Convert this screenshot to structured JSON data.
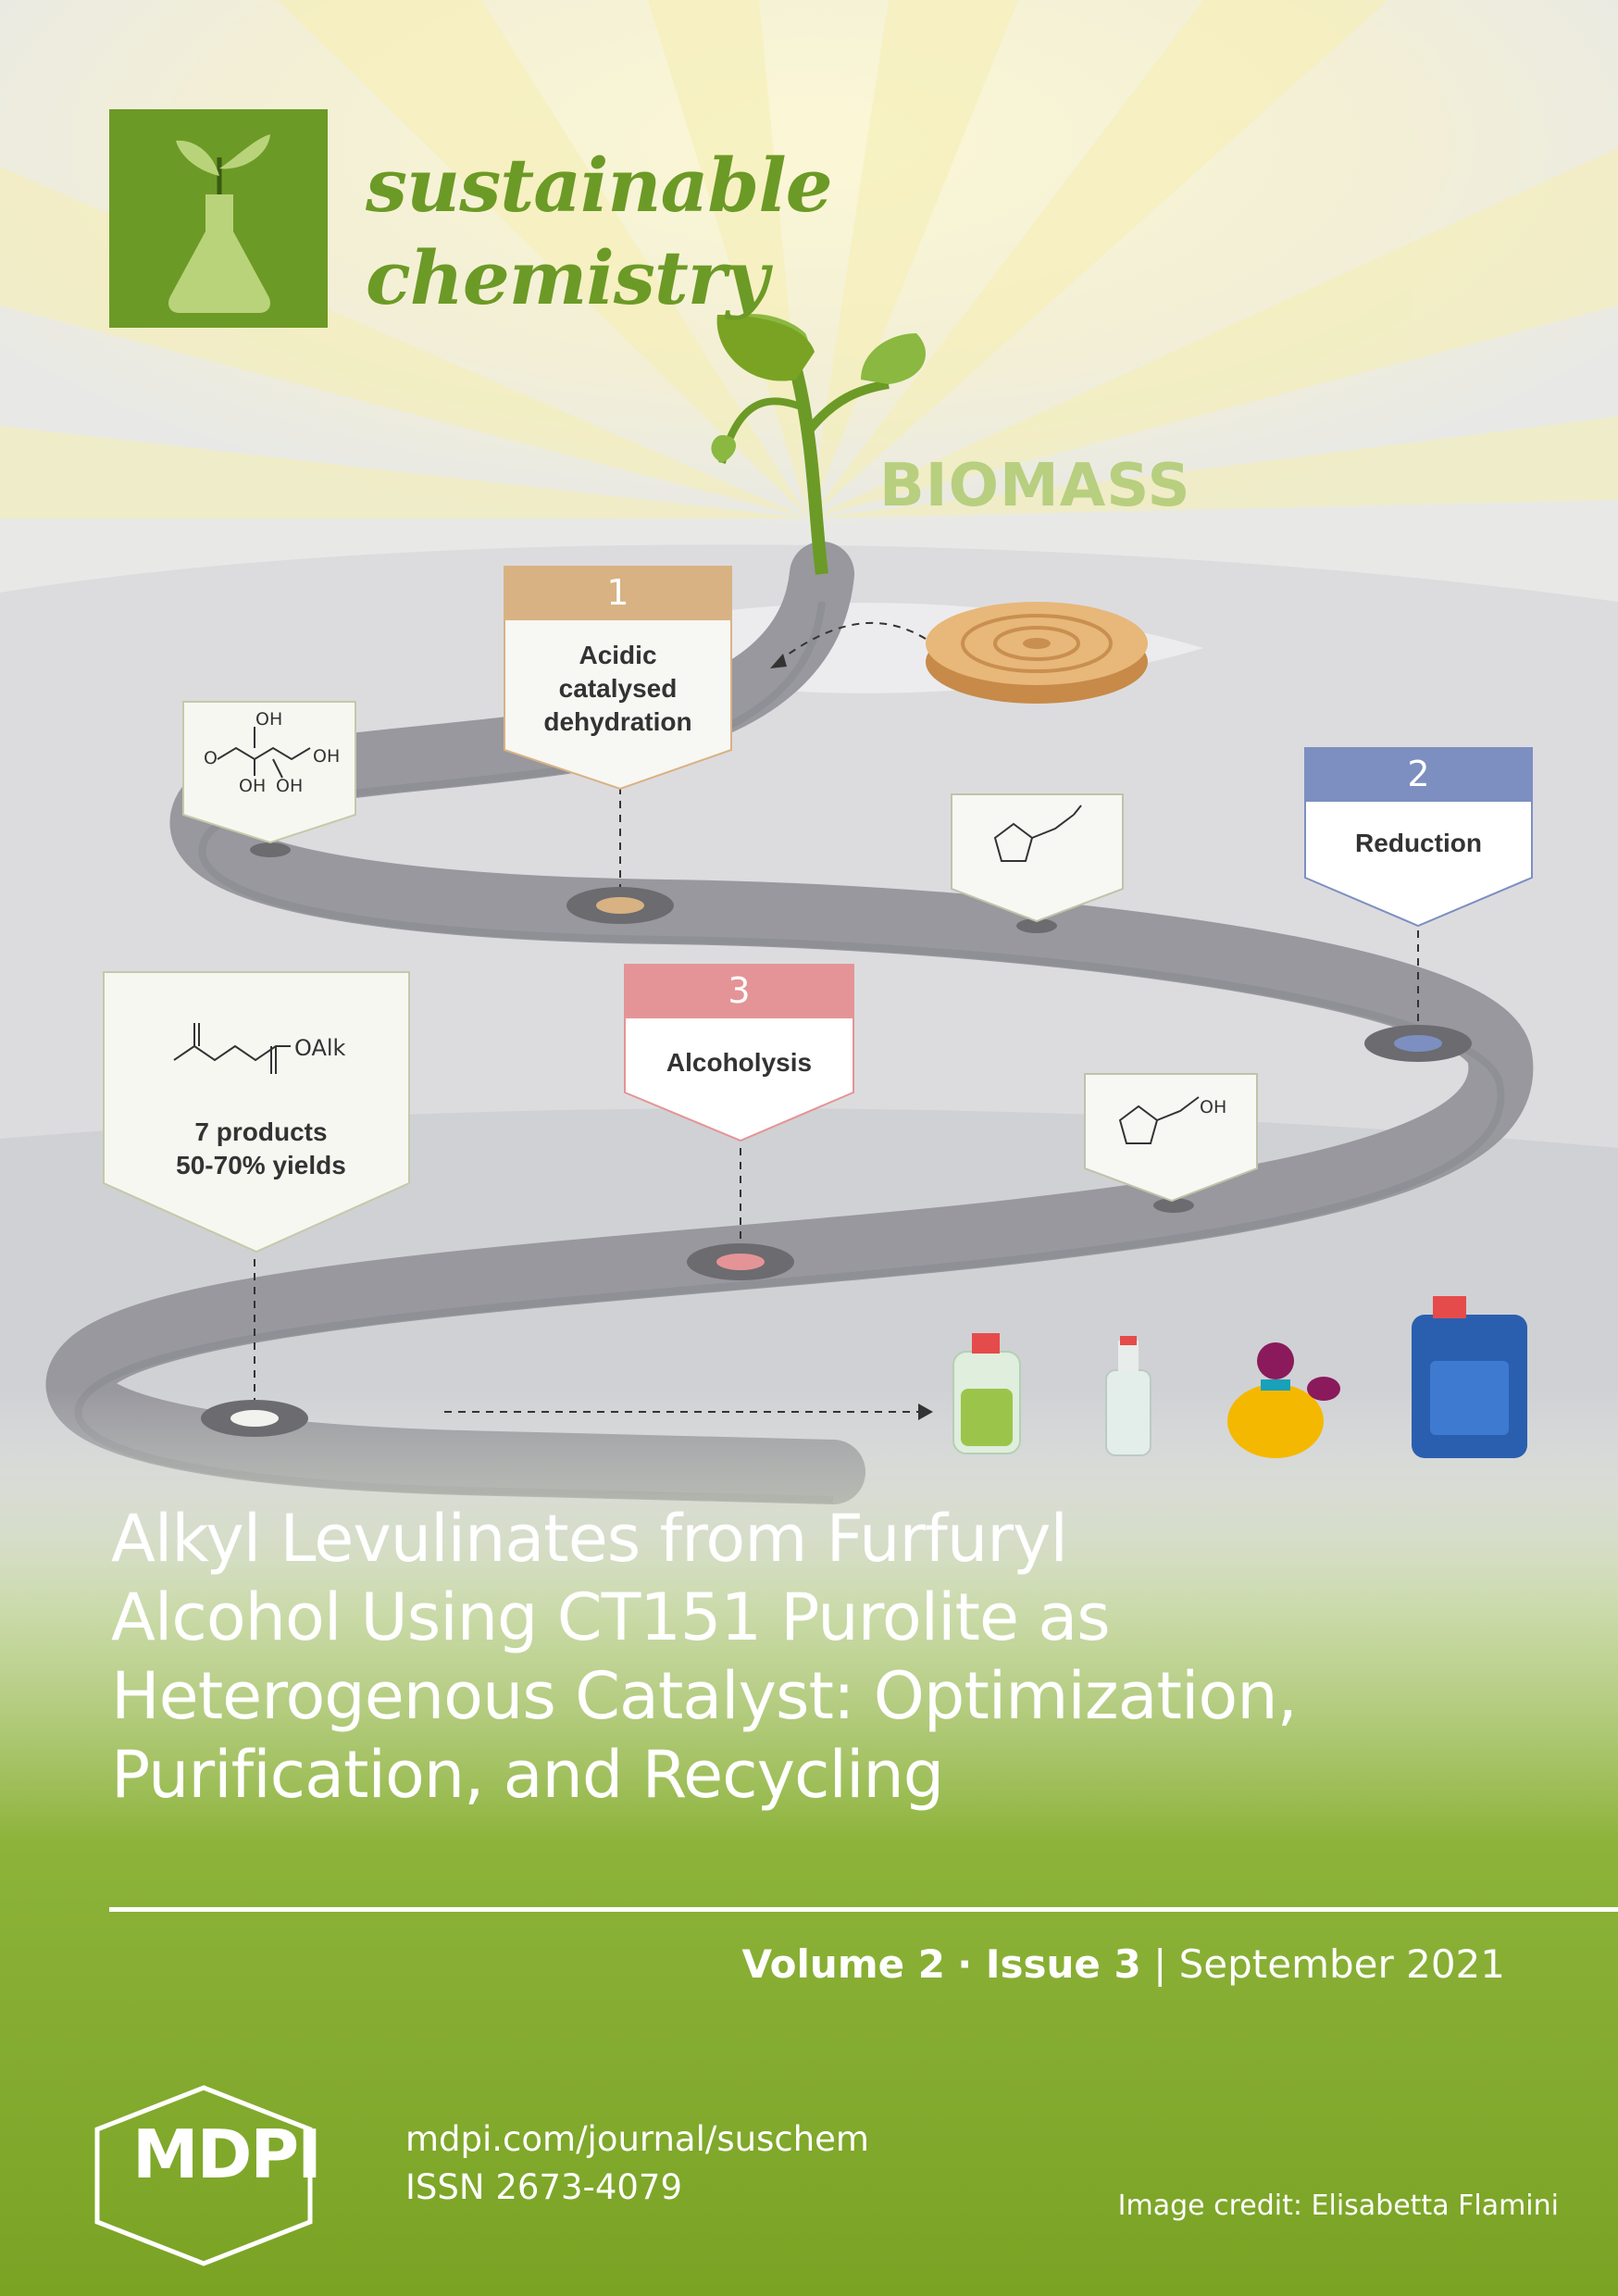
{
  "journal": {
    "name_line1": "sustainable",
    "name_line2": "chemistry"
  },
  "illustration": {
    "biomass_label": "BIOMASS",
    "steps": [
      {
        "number": "1",
        "label_lines": [
          "Acidic",
          "catalysed",
          "dehydration"
        ],
        "color": "#d8b283"
      },
      {
        "number": "2",
        "label_lines": [
          "Reduction"
        ],
        "color": "#7d8fc0"
      },
      {
        "number": "3",
        "label_lines": [
          "Alcoholysis"
        ],
        "color": "#e49496"
      }
    ],
    "sugar_labels": {
      "oh_top": "OH",
      "oh_right": "OH",
      "oh_bottom_left": "OH",
      "oh_bottom_right": "OH",
      "aldehyde_o": "O"
    },
    "furfuryl_label": "OH",
    "levulinate": {
      "ester_label": "OAlk",
      "products_line1": "7 products",
      "products_line2": "50-70% yields"
    },
    "colors": {
      "road": "#9a9aa0",
      "ground": "#dcdcdf",
      "accent_green": "#7aa324",
      "sun": "#f5f1c4"
    }
  },
  "article": {
    "title_lines": [
      "Alkyl Levulinates from Furfuryl",
      "Alcohol Using CT151 Purolite as",
      "Heterogenous Catalyst: Optimization,",
      "Purification, and Recycling"
    ]
  },
  "issue_info": {
    "volume": "Volume 2",
    "issue": "Issue 3",
    "date": "September 2021"
  },
  "publisher": {
    "logo_text": "MDPI",
    "url": "mdpi.com/journal/suschem",
    "issn": "ISSN 2673-4079"
  },
  "image_credit": "Image credit: Elisabetta Flamini"
}
